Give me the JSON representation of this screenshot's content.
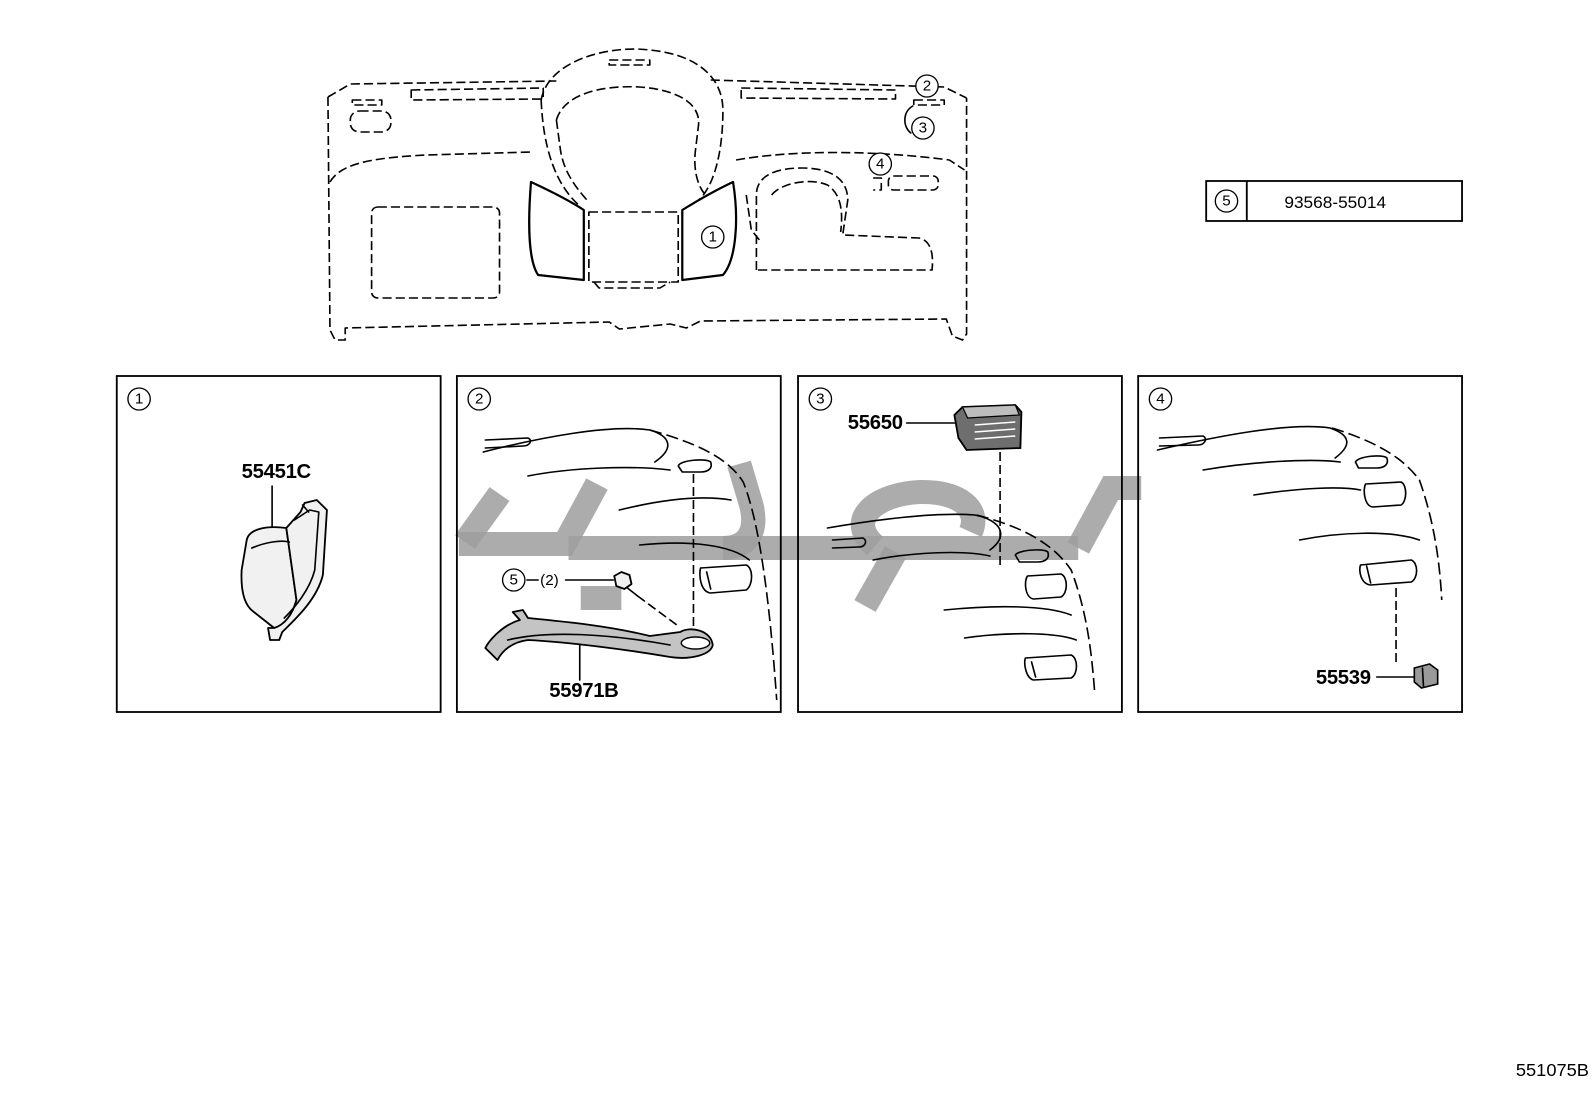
{
  "overview": {
    "callout_1": "1",
    "callout_2": "2",
    "callout_3": "3",
    "callout_4": "4"
  },
  "legend": {
    "ref": "5",
    "part_number": "93568-55014"
  },
  "panels": [
    {
      "ref": "1",
      "part_number": "55451C"
    },
    {
      "ref": "2",
      "part_number": "55971B",
      "fastener_ref": "5",
      "fastener_qty": "(2)"
    },
    {
      "ref": "3",
      "part_number": "55650"
    },
    {
      "ref": "4",
      "part_number": "55539"
    }
  ],
  "illustration_code": "551075B",
  "colors": {
    "line": "#000000",
    "watermark": "#9e9e9e",
    "background": "#ffffff"
  }
}
